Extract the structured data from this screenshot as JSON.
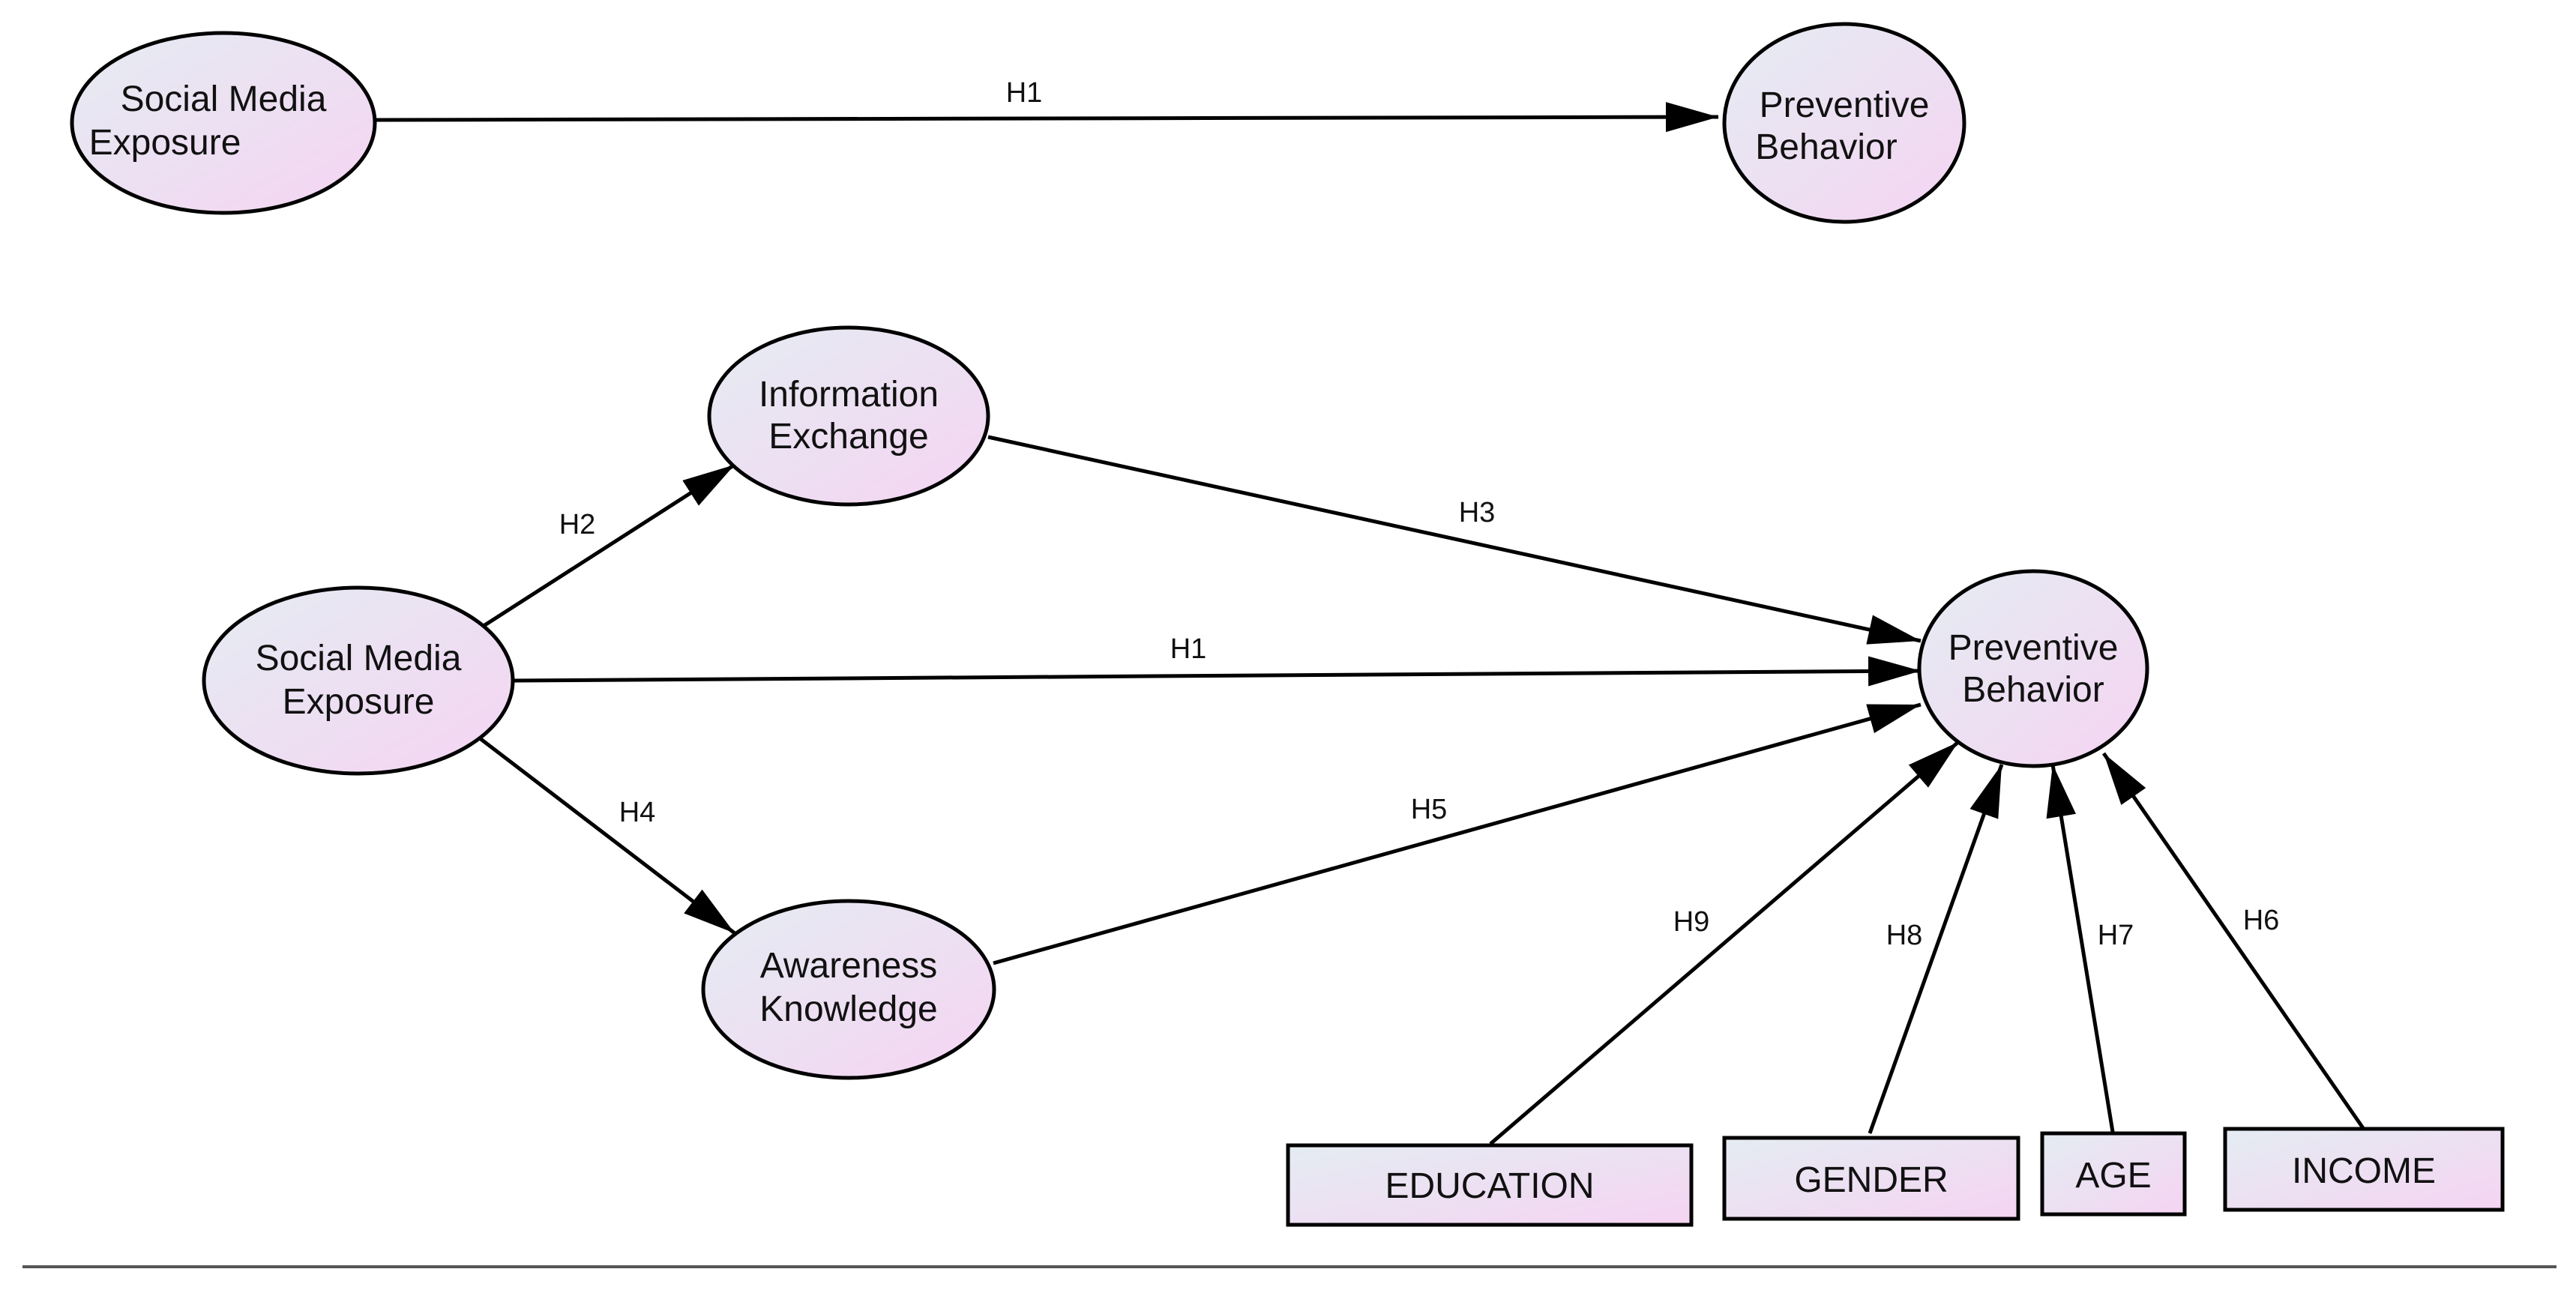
{
  "colors": {
    "node_fill_start": "#e4ecf2",
    "node_fill_end": "#f5d4f2",
    "stroke": "#000000",
    "footer_rule": "#555555"
  },
  "top_model": {
    "sme": {
      "line1": "Social Media",
      "line2": "Exposure"
    },
    "pb": {
      "line1": "Preventive",
      "line2": "Behavior"
    },
    "edge_h1": "H1"
  },
  "main_model": {
    "ie": {
      "line1": "Information",
      "line2": "Exchange"
    },
    "sme": {
      "line1": "Social Media",
      "line2": "Exposure"
    },
    "ak": {
      "line1": "Awareness",
      "line2": "Knowledge"
    },
    "pb": {
      "line1": "Preventive",
      "line2": "Behavior"
    },
    "controls": {
      "education": "EDUCATION",
      "gender": "GENDER",
      "age": "AGE",
      "income": "INCOME"
    },
    "edges": {
      "h1": "H1",
      "h2": "H2",
      "h3": "H3",
      "h4": "H4",
      "h5": "H5",
      "h6": "H6",
      "h7": "H7",
      "h8": "H8",
      "h9": "H9"
    }
  }
}
